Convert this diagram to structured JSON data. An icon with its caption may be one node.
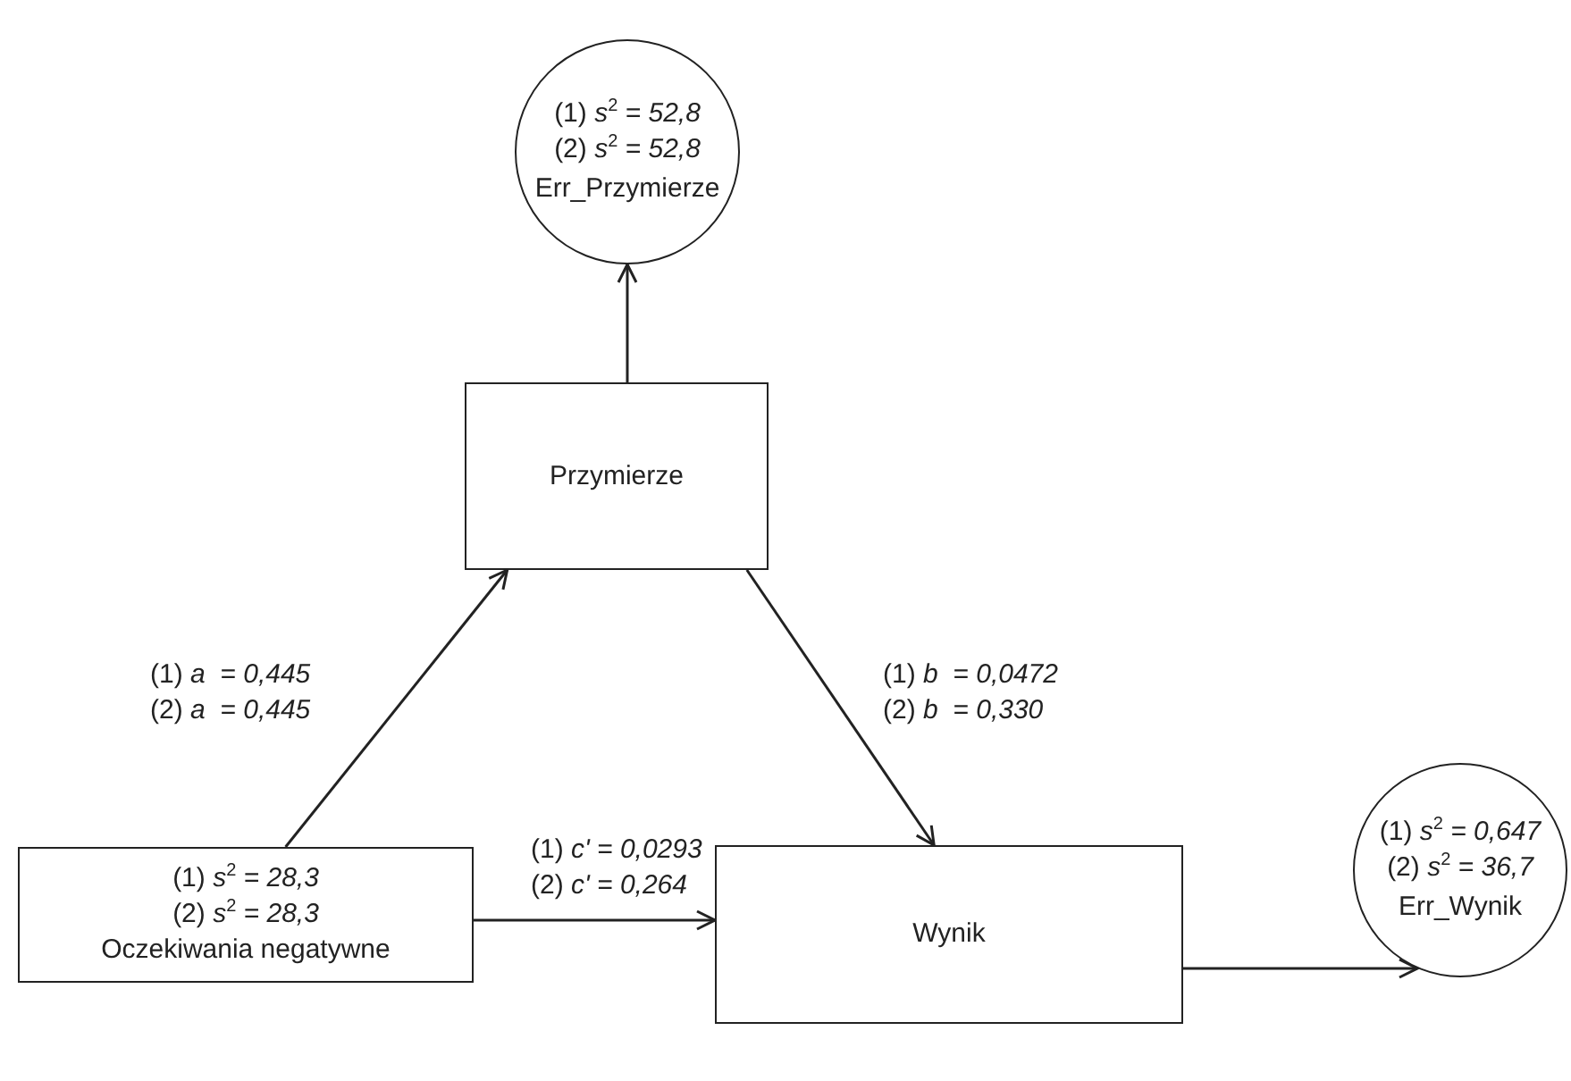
{
  "diagram": {
    "nodes": [
      {
        "text": [
          "(1) *s*$^{2}$ *= 52,8*",
          "(2) *s*$^{2}$ *= 52,8*",
          "Err_Przymierze"
        ]
      },
      {
        "text": [
          "Przymierze"
        ]
      },
      {
        "text": [
          "(1) *s*$^{2}$ *= 28,3*",
          "(2) *s*$^{2}$ *= 28,3*",
          "Oczekiwania negatywne"
        ]
      },
      {
        "text": [
          "Wynik"
        ]
      },
      {
        "text": [
          "(1) *s*$^{2}$ *= 0,647*",
          "(2) *s*$^{2}$ *= 36,7*",
          "Err_Wynik"
        ]
      }
    ],
    "edges": [
      {
        "from": 2,
        "to": 1,
        "arrow": "to",
        "label": "(1) *a  = 0,445* (2) *a  = 0,445*"
      },
      {
        "from": 1,
        "to": 0,
        "arrow": "to"
      },
      {
        "from": 1,
        "to": 3,
        "arrow": "to",
        "label": "(1) *b  = 0,0472* (2) *b  = 0,330*"
      },
      {
        "from": 2,
        "to": 3,
        "arrow": "to",
        "label": "(1) *c' = 0,0293* (2) *c' = 0,264*"
      },
      {
        "from": 3,
        "to": 4,
        "arrow": "to"
      }
    ]
  }
}
